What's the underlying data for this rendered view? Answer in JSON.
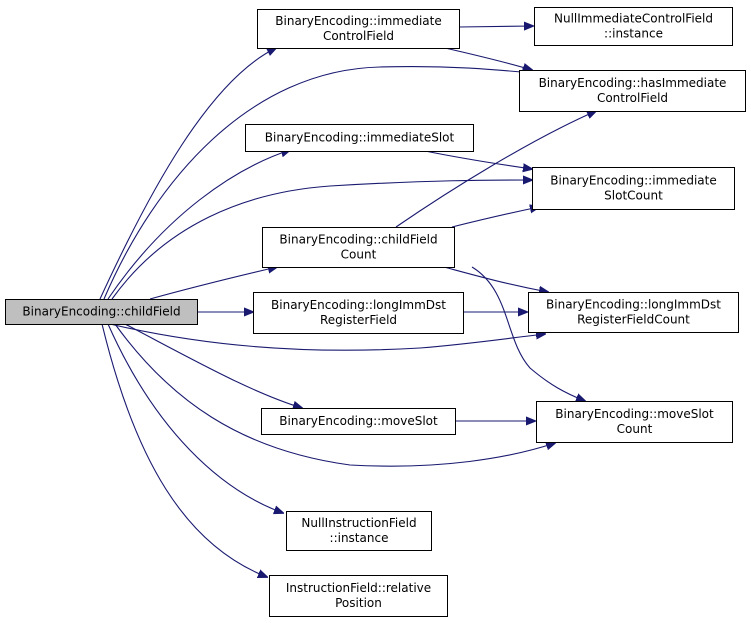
{
  "diagram": {
    "type": "call-graph",
    "colors": {
      "edge": "#191970",
      "root_fill": "#bfbfbf",
      "node_fill": "#ffffff",
      "node_border": "#000000"
    },
    "nodes": [
      {
        "id": "root",
        "lines": [
          "BinaryEncoding::childField"
        ]
      },
      {
        "id": "immControlField",
        "lines": [
          "BinaryEncoding::immediate",
          "ControlField"
        ]
      },
      {
        "id": "nullImmCtrlInstance",
        "lines": [
          "NullImmediateControlField",
          "::instance"
        ]
      },
      {
        "id": "hasImmCtrlField",
        "lines": [
          "BinaryEncoding::hasImmediate",
          "ControlField"
        ]
      },
      {
        "id": "immSlot",
        "lines": [
          "BinaryEncoding::immediateSlot"
        ]
      },
      {
        "id": "immSlotCount",
        "lines": [
          "BinaryEncoding::immediate",
          "SlotCount"
        ]
      },
      {
        "id": "childFieldCount",
        "lines": [
          "BinaryEncoding::childField",
          "Count"
        ]
      },
      {
        "id": "longImmDstRegField",
        "lines": [
          "BinaryEncoding::longImmDst",
          "RegisterField"
        ]
      },
      {
        "id": "longImmDstRegFieldCount",
        "lines": [
          "BinaryEncoding::longImmDst",
          "RegisterFieldCount"
        ]
      },
      {
        "id": "moveSlot",
        "lines": [
          "BinaryEncoding::moveSlot"
        ]
      },
      {
        "id": "moveSlotCount",
        "lines": [
          "BinaryEncoding::moveSlot",
          "Count"
        ]
      },
      {
        "id": "nullInstrFieldInstance",
        "lines": [
          "NullInstructionField",
          "::instance"
        ]
      },
      {
        "id": "instrFieldRelPos",
        "lines": [
          "InstructionField::relative",
          "Position"
        ]
      }
    ],
    "edges": [
      {
        "from": "root",
        "to": "immControlField"
      },
      {
        "from": "root",
        "to": "hasImmCtrlField"
      },
      {
        "from": "root",
        "to": "immSlot"
      },
      {
        "from": "root",
        "to": "immSlotCount"
      },
      {
        "from": "root",
        "to": "childFieldCount"
      },
      {
        "from": "root",
        "to": "longImmDstRegField"
      },
      {
        "from": "root",
        "to": "longImmDstRegFieldCount"
      },
      {
        "from": "root",
        "to": "moveSlot"
      },
      {
        "from": "root",
        "to": "moveSlotCount"
      },
      {
        "from": "root",
        "to": "nullInstrFieldInstance"
      },
      {
        "from": "root",
        "to": "instrFieldRelPos"
      },
      {
        "from": "immControlField",
        "to": "nullImmCtrlInstance"
      },
      {
        "from": "immControlField",
        "to": "hasImmCtrlField"
      },
      {
        "from": "immSlot",
        "to": "immSlotCount"
      },
      {
        "from": "childFieldCount",
        "to": "hasImmCtrlField"
      },
      {
        "from": "childFieldCount",
        "to": "immSlotCount"
      },
      {
        "from": "childFieldCount",
        "to": "longImmDstRegFieldCount"
      },
      {
        "from": "childFieldCount",
        "to": "moveSlotCount"
      },
      {
        "from": "longImmDstRegField",
        "to": "longImmDstRegFieldCount"
      },
      {
        "from": "moveSlot",
        "to": "moveSlotCount"
      }
    ]
  }
}
